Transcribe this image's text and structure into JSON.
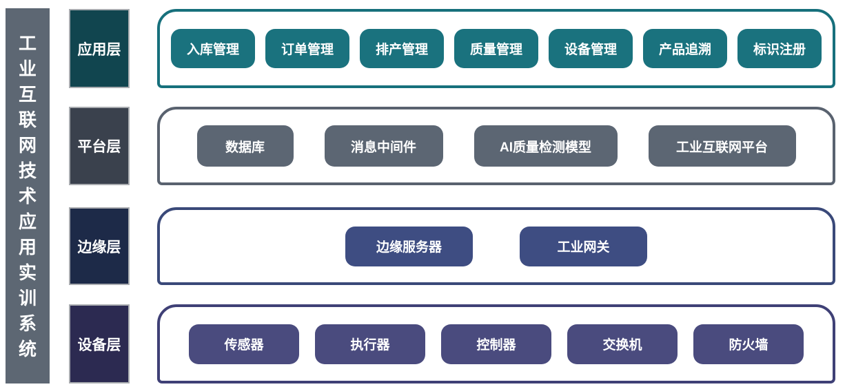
{
  "system_title": "工业互联网技术应用实训系统",
  "sidebar_color": "#5d6773",
  "layers": [
    {
      "id": "application",
      "label": "应用层",
      "colors": {
        "accent": "#17707c",
        "label_bg": "#11454f",
        "node_bg": "#1a727e"
      },
      "items": [
        "入库管理",
        "订单管理",
        "排产管理",
        "质量管理",
        "设备管理",
        "产品追溯",
        "标识注册"
      ]
    },
    {
      "id": "platform",
      "label": "平台层",
      "colors": {
        "accent": "#59626f",
        "label_bg": "#3a414d",
        "node_bg": "#5c6673"
      },
      "items": [
        "数据库",
        "消息中间件",
        "AI质量检测模型",
        "工业互联网平台"
      ]
    },
    {
      "id": "edge",
      "label": "边缘层",
      "colors": {
        "accent": "#3a4979",
        "label_bg": "#1d2a48",
        "node_bg": "#3e4d82"
      },
      "items": [
        "边缘服务器",
        "工业网关"
      ]
    },
    {
      "id": "device",
      "label": "设备层",
      "colors": {
        "accent": "#3f4076",
        "label_bg": "#2c2a51",
        "node_bg": "#4a4b7e"
      },
      "items": [
        "传感器",
        "执行器",
        "控制器",
        "交换机",
        "防火墙"
      ]
    }
  ]
}
